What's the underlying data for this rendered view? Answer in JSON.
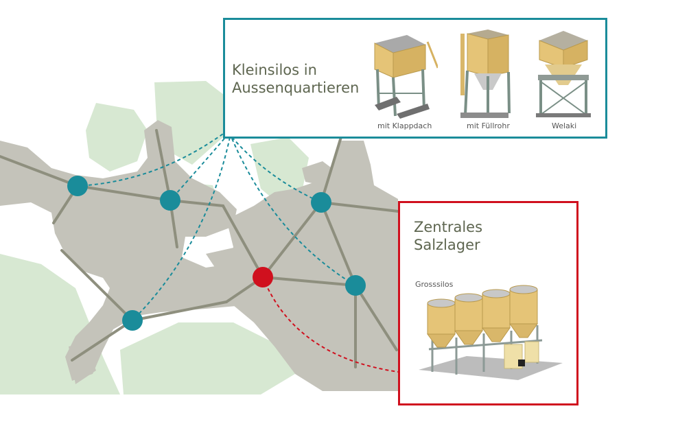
{
  "small_silos": {
    "title_line1": "Kleinsilos in",
    "title_line2": "Aussenquartieren",
    "items": [
      {
        "caption": "mit Klappdach",
        "icon": "silo-klappdach-icon"
      },
      {
        "caption": "mit Füllrohr",
        "icon": "silo-fuellrohr-icon"
      },
      {
        "caption": "Welaki",
        "icon": "silo-welaki-icon"
      }
    ]
  },
  "central_storage": {
    "title_line1": "Zentrales",
    "title_line2": "Salzlager",
    "subtitle": "Grosssilos",
    "icon": "grosssilos-icon"
  },
  "colors": {
    "teal": "#1a8c9a",
    "red": "#d0101e",
    "land": "#c4c3ba",
    "green": "#d7e8d2",
    "road": "#8e8f7e",
    "silo_wood": "#e5c477"
  }
}
